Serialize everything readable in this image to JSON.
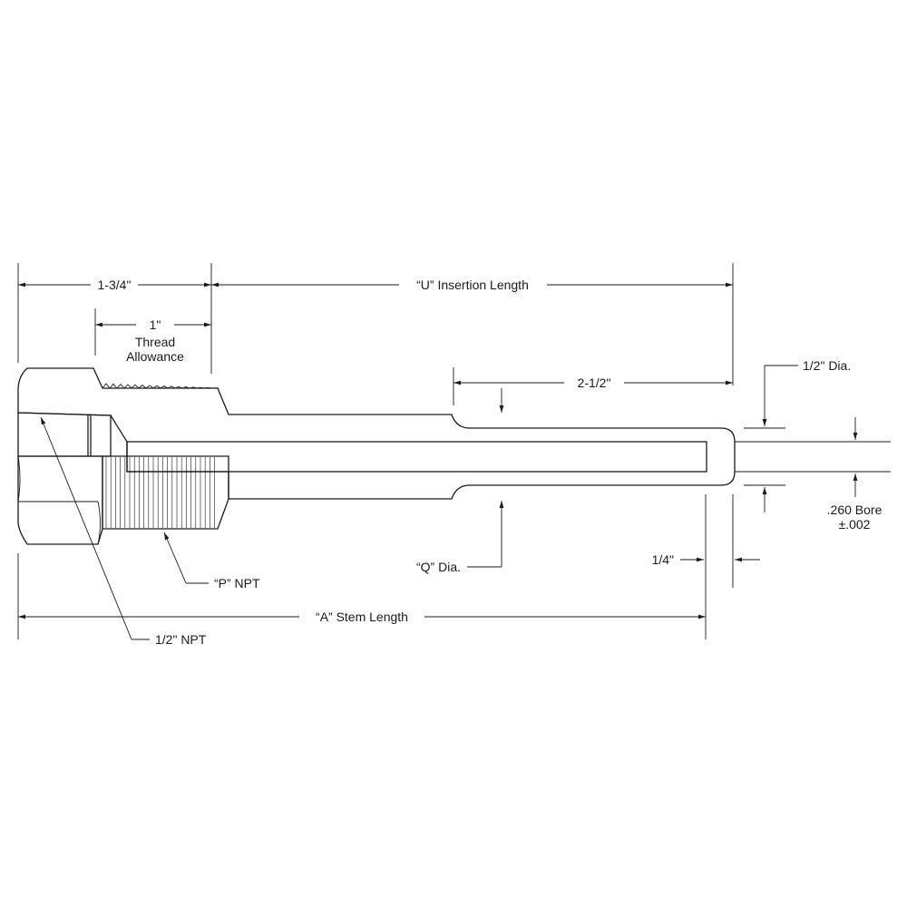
{
  "drawing": {
    "dim_shank": "1-3/4\"",
    "dim_insertion": "“U” Insertion Length",
    "dim_thread": "1\"",
    "thread_label_1": "Thread",
    "thread_label_2": "Allowance",
    "dim_taper": "2-1/2\"",
    "dim_tip_dia": "1/2\" Dia.",
    "dim_bore_1": ".260 Bore",
    "dim_bore_2": "±.002",
    "dim_q": "“Q” Dia.",
    "dim_tip_thickness": "1/4\"",
    "dim_p": "“P” NPT",
    "dim_stem": "“A” Stem Length",
    "dim_npt": "1/2\" NPT",
    "line_color": "#1a1a1a"
  }
}
